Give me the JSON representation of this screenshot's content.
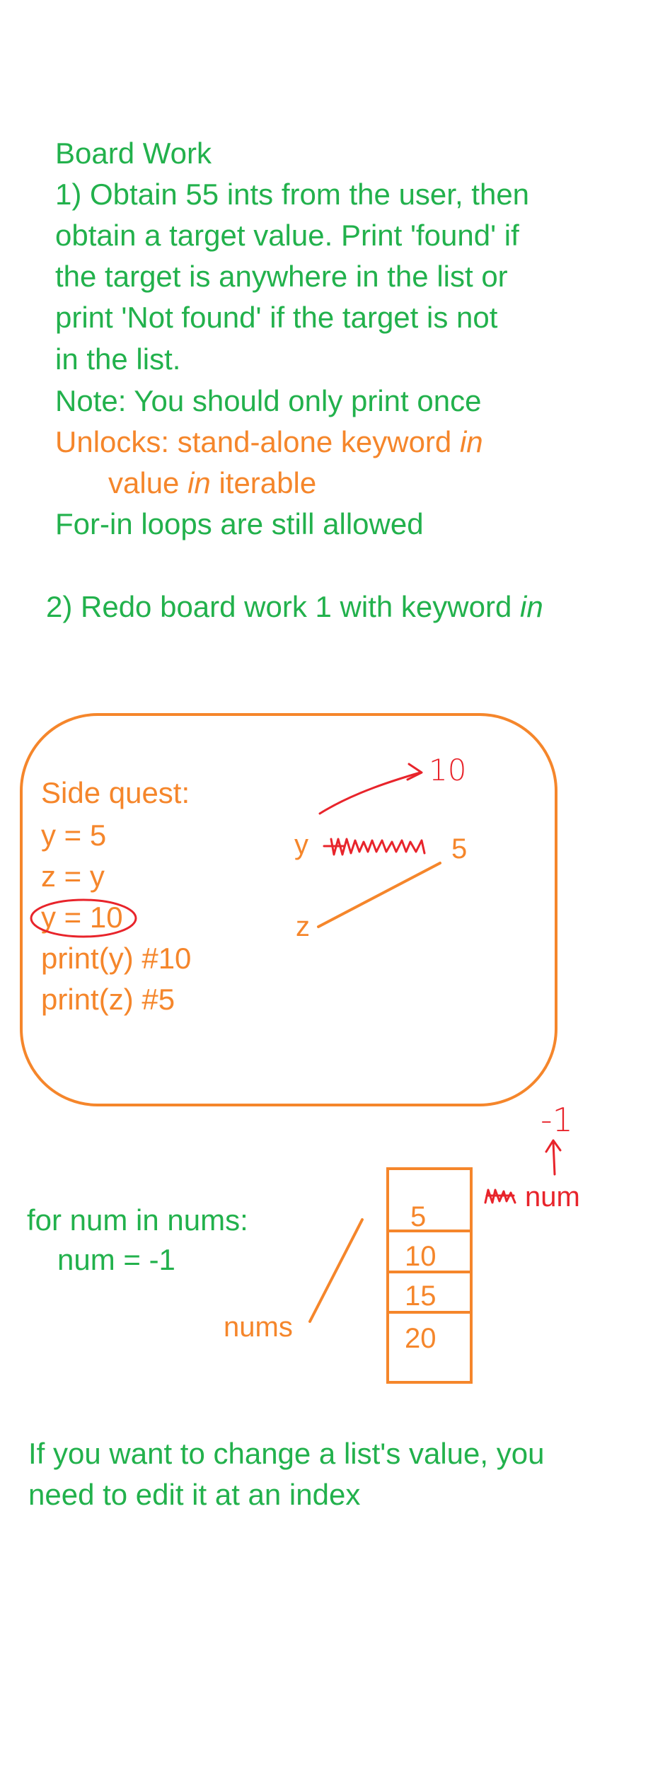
{
  "board_work": {
    "title": "Board Work",
    "item1_lines": [
      "1) Obtain 55 ints from the user, then",
      "obtain a target value. Print 'found' if",
      "the target is anywhere in the list or",
      "print 'Not found' if the target is not",
      "in the list."
    ],
    "note": "Note: You should only print once",
    "unlocks_prefix": "Unlocks: stand-alone keyword ",
    "unlocks_keyword": "in",
    "unlocks_sub_prefix": "value ",
    "unlocks_sub_keyword": "in",
    "unlocks_sub_suffix": " iterable",
    "for_in_note": "For-in loops are still allowed",
    "item2_prefix": "2) Redo board work 1 with keyword ",
    "item2_keyword": "in"
  },
  "side_quest": {
    "title": "Side quest:",
    "code_lines": [
      "y = 5",
      "z = y",
      "y = 10",
      "print(y)  #10",
      "print(z)  #5"
    ],
    "diagram": {
      "y_label": "y",
      "z_label": "z",
      "value_5": "5",
      "value_10": "10"
    }
  },
  "loop_example": {
    "code_lines": [
      "for num in nums:",
      "num = -1"
    ],
    "nums_label": "nums",
    "list_values": [
      "5",
      "10",
      "15",
      "20"
    ],
    "num_label": "num",
    "new_value": "-1"
  },
  "conclusion_lines": [
    "If you want to change a list's value, you",
    "need to edit it at an index"
  ],
  "colors": {
    "green": "#22b14c",
    "orange": "#f5862b",
    "red": "#e8242b"
  }
}
